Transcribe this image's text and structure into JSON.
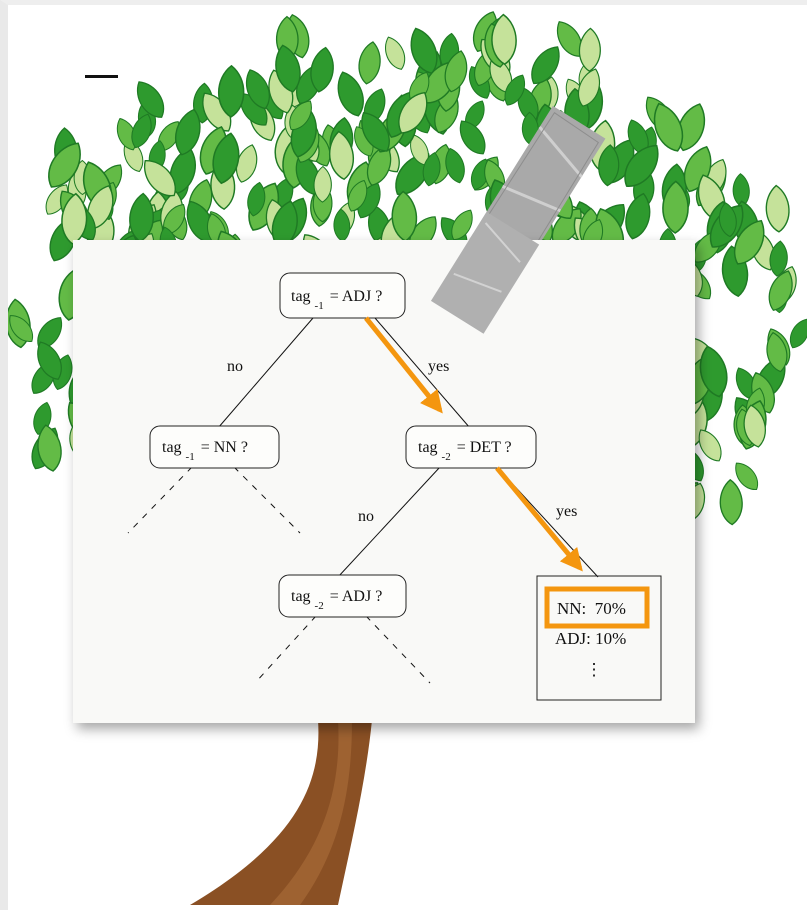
{
  "colors": {
    "leaf_dark": "#2e9a2e",
    "leaf_mid": "#63bb46",
    "leaf_light": "#c5e29a",
    "trunk": "#8a5024",
    "arrow": "#f4960f",
    "highlight": "#f4960f"
  },
  "icons": {
    "minimize": "minus-icon",
    "tape": "duct-tape-icon"
  },
  "tree": {
    "root": {
      "label": "tag",
      "sub": "-1",
      "rest": "= ADJ ?"
    },
    "left": {
      "label": "tag",
      "sub": "-1",
      "rest": "= NN ?"
    },
    "right": {
      "label": "tag",
      "sub": "-2",
      "rest": "= DET ?"
    },
    "right_left": {
      "label": "tag",
      "sub": "-2",
      "rest": "= ADJ ?"
    },
    "edges": {
      "root_no": "no",
      "root_yes": "yes",
      "right_no": "no",
      "right_yes": "yes"
    },
    "leaf": {
      "line1": "NN:  70%",
      "line2": "ADJ: 10%",
      "ellipsis": "⋮"
    }
  }
}
